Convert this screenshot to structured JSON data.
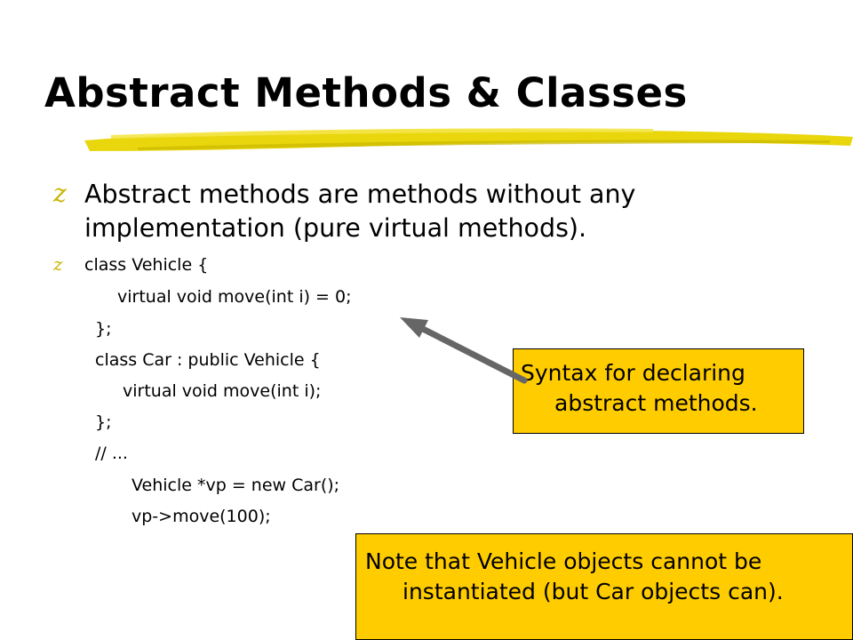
{
  "slide": {
    "title": "Abstract Methods & Classes",
    "bullet_glyph": "z",
    "bullet_main": "Abstract methods are methods without any implementation (pure virtual methods).",
    "code": {
      "line1": "class Vehicle {",
      "line2": "virtual void move(int i) = 0;",
      "line3": "};",
      "line4": "class Car : public Vehicle {",
      "line5": "virtual void move(int i);",
      "line6": "};",
      "line7": "// ...",
      "line8": "Vehicle *vp = new Car();",
      "line9": "vp->move(100);"
    }
  },
  "callouts": {
    "syntax": {
      "line1": "Syntax for declaring",
      "line2": "abstract methods."
    },
    "note": {
      "line1": "Note that Vehicle objects cannot be",
      "line2": "instantiated (but Car objects can)."
    }
  },
  "colors": {
    "brush_stroke": "#e8d400",
    "callout_fill": "#ffcc00",
    "bullet": "#c8b400",
    "arrow": "#666666"
  }
}
